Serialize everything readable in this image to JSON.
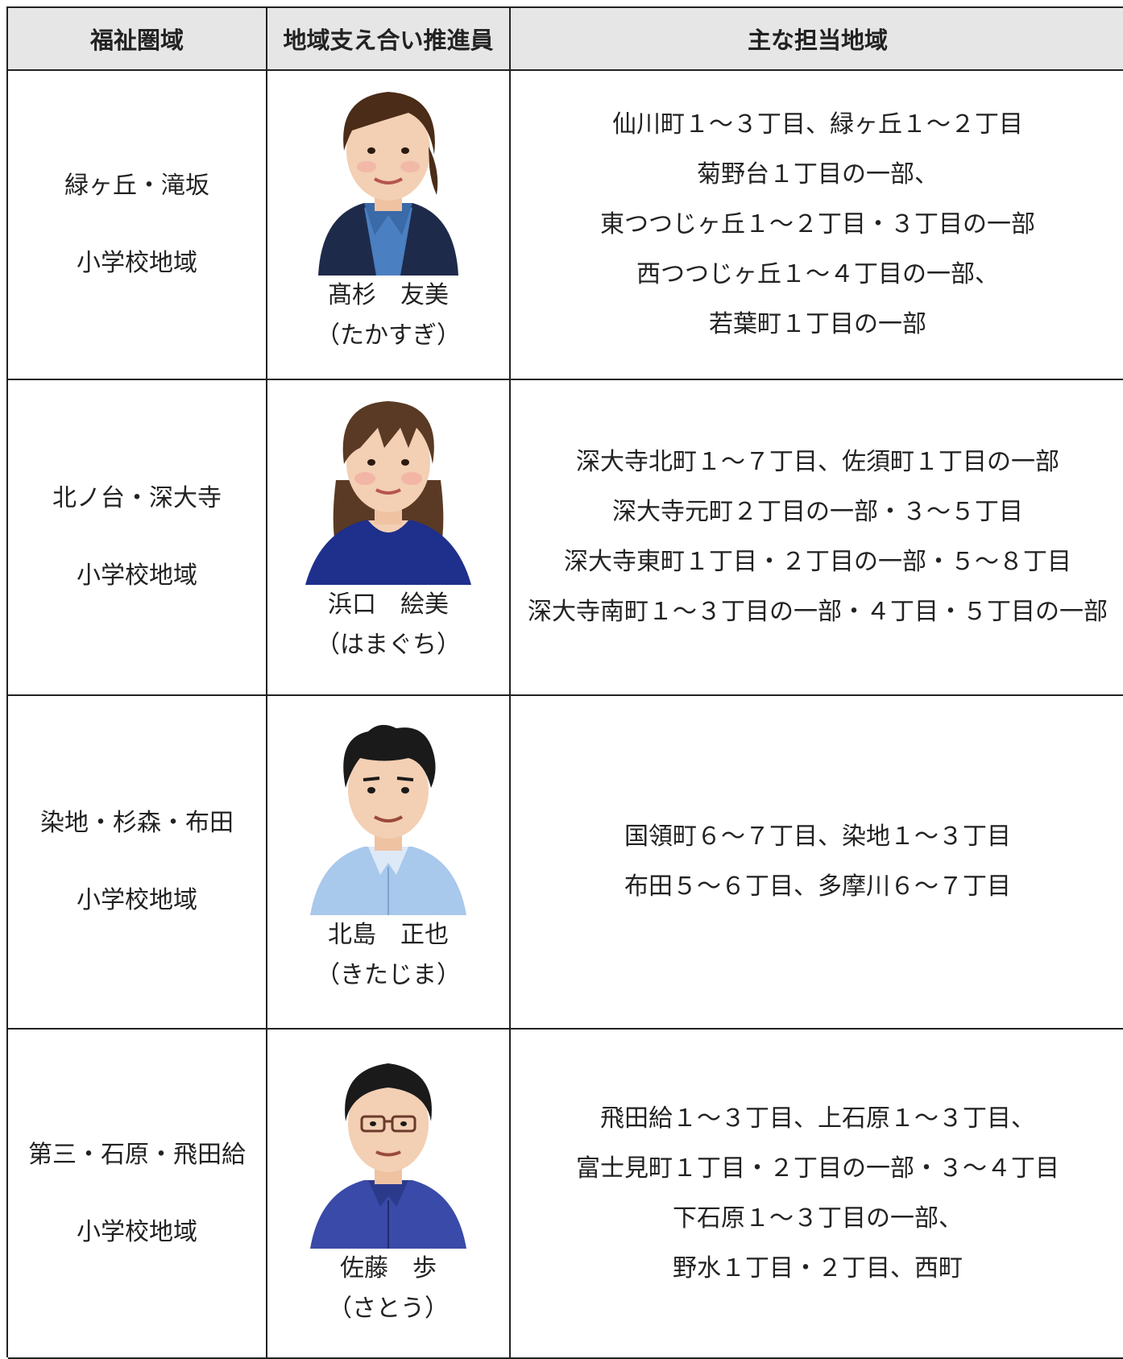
{
  "header": {
    "col1": "福祉圏域",
    "col2": "地域支え合い推進員",
    "col3": "主な担当地域"
  },
  "rows": [
    {
      "area": [
        "緑ヶ丘・滝坂",
        "小学校地域"
      ],
      "name": "髙杉　友美",
      "kana": "（たかすぎ）",
      "portrait_icon": "woman-short-hair-portrait",
      "towns": [
        "仙川町１～３丁目、緑ヶ丘１～２丁目",
        "菊野台１丁目の一部、",
        "東つつじヶ丘１～２丁目・３丁目の一部",
        "西つつじヶ丘１～４丁目の一部、",
        "若葉町１丁目の一部"
      ]
    },
    {
      "area": [
        "北ノ台・深大寺",
        "小学校地域"
      ],
      "name": "浜口　絵美",
      "kana": "（はまぐち）",
      "portrait_icon": "woman-long-hair-portrait",
      "towns": [
        "深大寺北町１～７丁目、佐須町１丁目の一部",
        "深大寺元町２丁目の一部・３～５丁目",
        "深大寺東町１丁目・２丁目の一部・５～８丁目",
        "深大寺南町１～３丁目の一部・４丁目・５丁目の一部"
      ]
    },
    {
      "area": [
        "染地・杉森・布田",
        "小学校地域"
      ],
      "name": "北島　正也",
      "kana": "（きたじま）",
      "portrait_icon": "man-curly-hair-portrait",
      "towns": [
        "国領町６～７丁目、染地１～３丁目",
        "布田５～６丁目、多摩川６～７丁目"
      ]
    },
    {
      "area": [
        "第三・石原・飛田給",
        "小学校地域"
      ],
      "name": "佐藤　歩",
      "kana": "（さとう）",
      "portrait_icon": "man-glasses-portrait",
      "towns": [
        "飛田給１～３丁目、上石原１～３丁目、",
        "富士見町１丁目・２丁目の一部・３～４丁目",
        "下石原１～３丁目の一部、",
        "野水１丁目・２丁目、西町"
      ]
    }
  ],
  "colors": {
    "header_bg": "#e6e6e6",
    "border": "#222222",
    "jacket_navy": "#1e2a4a",
    "shirt_blue": "#4a7fc1",
    "sweater_navy": "#1e2f8c",
    "shirt_lightblue": "#a8c8ec",
    "shirt_indigo": "#3a4aa8",
    "hair_brown": "#4a2c18",
    "hair_black": "#1a1a1a",
    "skin": "#f3cfb3"
  }
}
